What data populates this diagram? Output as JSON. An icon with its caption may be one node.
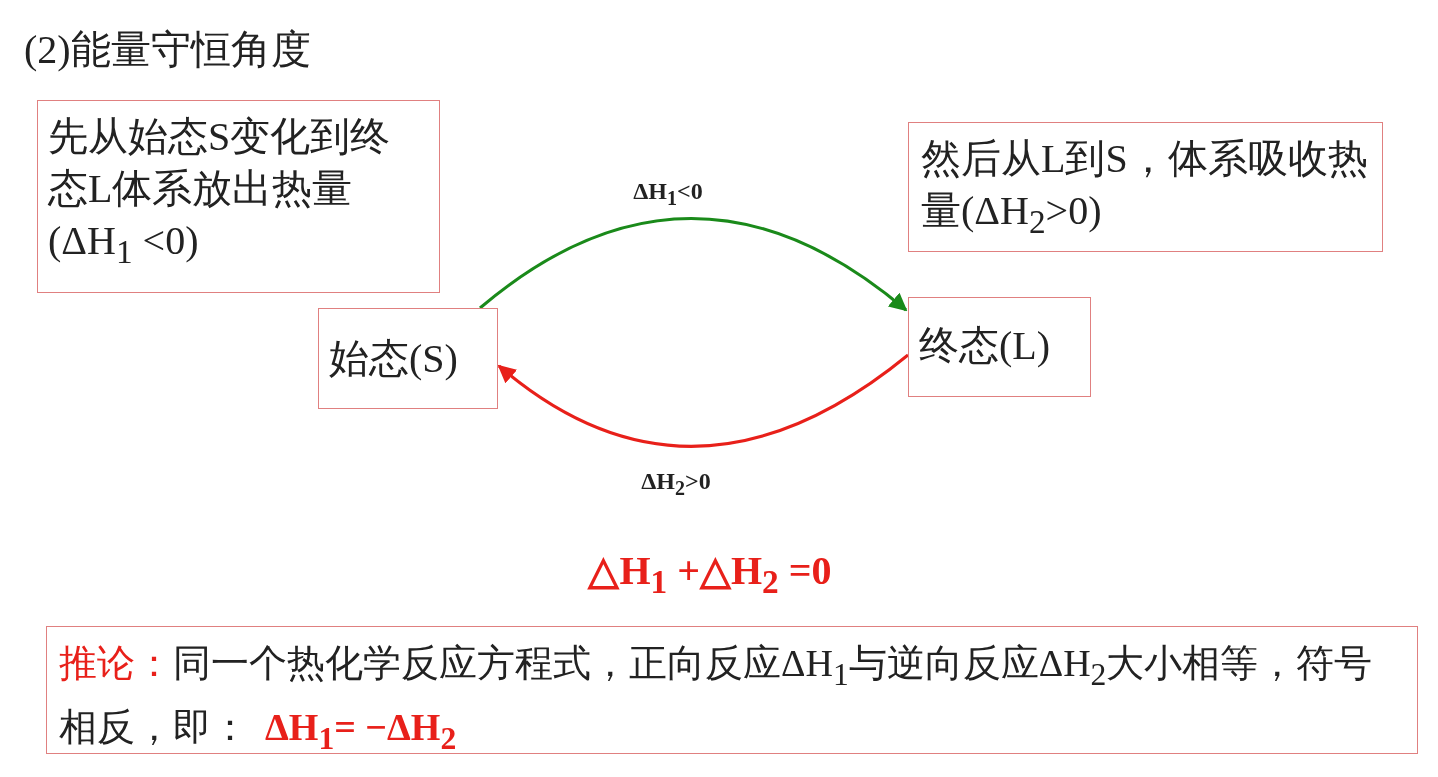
{
  "diagram": {
    "title": "(2)能量守恒角度",
    "nodes": [
      {
        "text": [
          "先从始态S变化到终态L体系放出热量(ΔH$_{1}$ <0)"
        ]
      },
      {
        "text": [
          "然后从L到S，体系吸收热量(ΔH$_{2}$>0)"
        ]
      },
      {
        "text": [
          "始态(S)"
        ]
      },
      {
        "text": [
          "终态(L)"
        ]
      },
      {
        "text": [
          "推论：",
          "同一个热化学反应方程式，正向反应ΔH$_{1}$与逆向反应ΔH$_{2}$大小相等，符号相反，即：",
          "ΔH$_{1}$= −ΔH$_{2}$"
        ]
      }
    ],
    "edges": [
      {
        "from": 2,
        "to": 3,
        "arrow": "to",
        "label": "ΔH$_{1}$<0",
        "color": "#1a8a1a"
      },
      {
        "from": 3,
        "to": 2,
        "arrow": "to",
        "label": "ΔH$_{2}$>0",
        "color": "#e8201a"
      }
    ],
    "labels": [
      "△H$_{1}$ +△H$_{2}$ =0"
    ]
  }
}
